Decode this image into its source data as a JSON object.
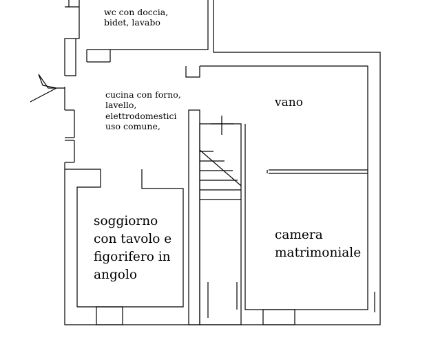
{
  "rooms": {
    "bathroom": [
      "wc con doccia,",
      "bidet, lavabo"
    ],
    "kitchen": [
      "cucina con forno,",
      "lavello,",
      "elettrodomestici",
      "uso comune,"
    ],
    "hall": "vano",
    "living": [
      "soggiorno",
      "con tavolo e",
      "figorifero in",
      "angolo"
    ],
    "bedroom": [
      "camera",
      "matrimoniale"
    ]
  },
  "caption": "",
  "colors": {
    "wall_fill": "#ffffff",
    "wall_stroke": "#000000"
  }
}
